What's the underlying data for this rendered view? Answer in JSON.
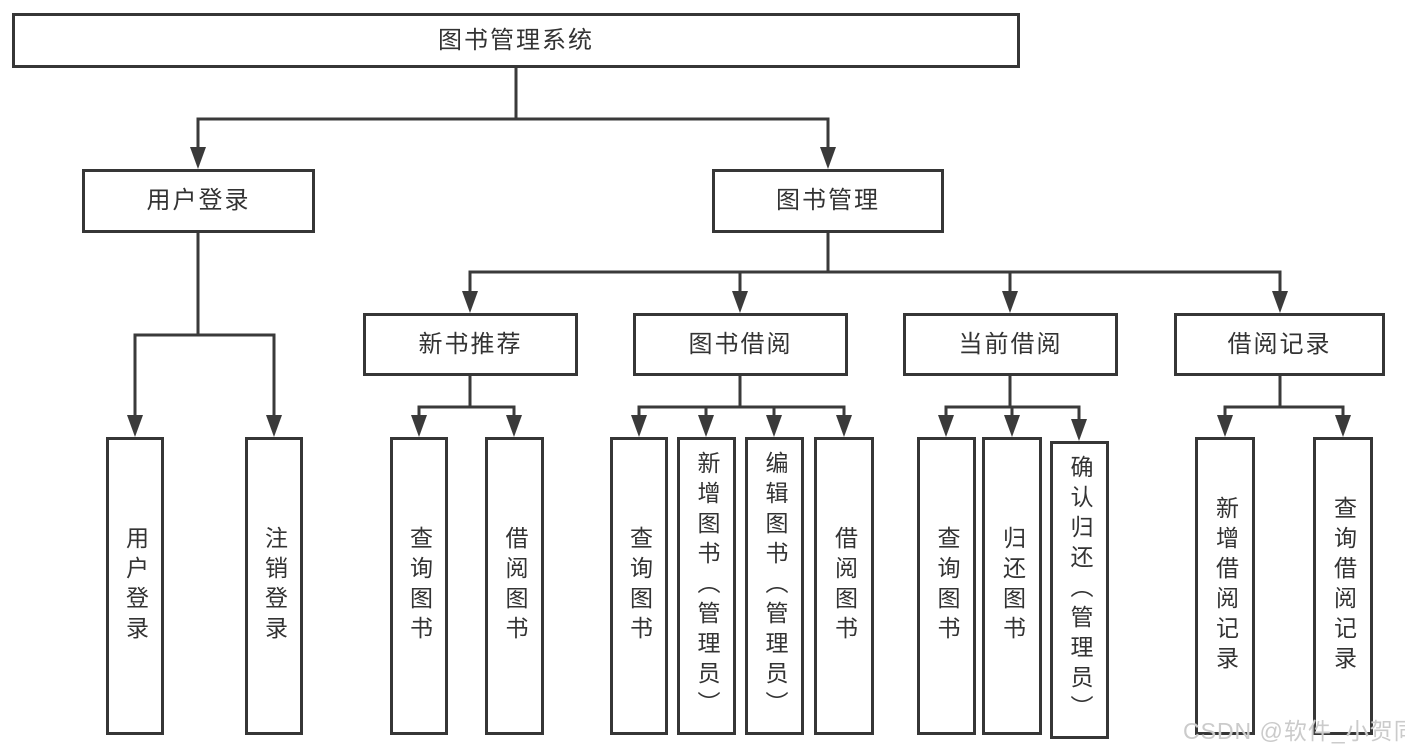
{
  "diagram": {
    "nodes": {
      "root": "图书管理系统",
      "user_login": "用户登录",
      "book_mgmt": "图书管理",
      "new_book_rec": "新书推荐",
      "book_borrow": "图书借阅",
      "current_borrow": "当前借阅",
      "borrow_record": "借阅记录",
      "leaf_user_login": "用户登录",
      "leaf_logout": "注销登录",
      "leaf_nb_query": "查询图书",
      "leaf_nb_borrow": "借阅图书",
      "leaf_bb_query": "查询图书",
      "leaf_bb_add": "新增图书（管理员）",
      "leaf_bb_edit": "编辑图书（管理员）",
      "leaf_bb_borrow": "借阅图书",
      "leaf_cb_query": "查询图书",
      "leaf_cb_return": "归还图书",
      "leaf_cb_confirm": "确认归还（管理员）",
      "leaf_br_add": "新增借阅记录",
      "leaf_br_query": "查询借阅记录"
    }
  },
  "watermark": {
    "text": "CSDN @软件_小贺同学"
  },
  "colors": {
    "line": "#3a3a3a",
    "border": "#363636",
    "text": "#333333",
    "watermark": "#cbcbcb",
    "background": "#ffffff"
  }
}
